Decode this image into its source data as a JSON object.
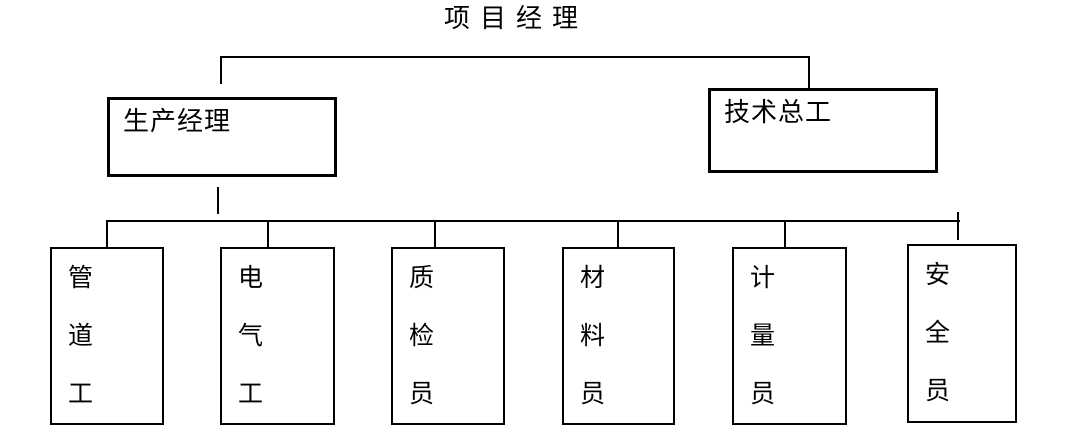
{
  "diagram": {
    "title": "项目经理",
    "level2": [
      {
        "label": "生产经理"
      },
      {
        "label": "技术总工"
      }
    ],
    "level3": [
      {
        "label": "管道工"
      },
      {
        "label": "电气工"
      },
      {
        "label": "质检员"
      },
      {
        "label": "材料员"
      },
      {
        "label": "计量员"
      },
      {
        "label": "安全员"
      }
    ],
    "colors": {
      "line": "#000000",
      "box_border": "#000000",
      "box_fill": "#ffffff",
      "background": "#ffffff",
      "text": "#000000"
    }
  }
}
